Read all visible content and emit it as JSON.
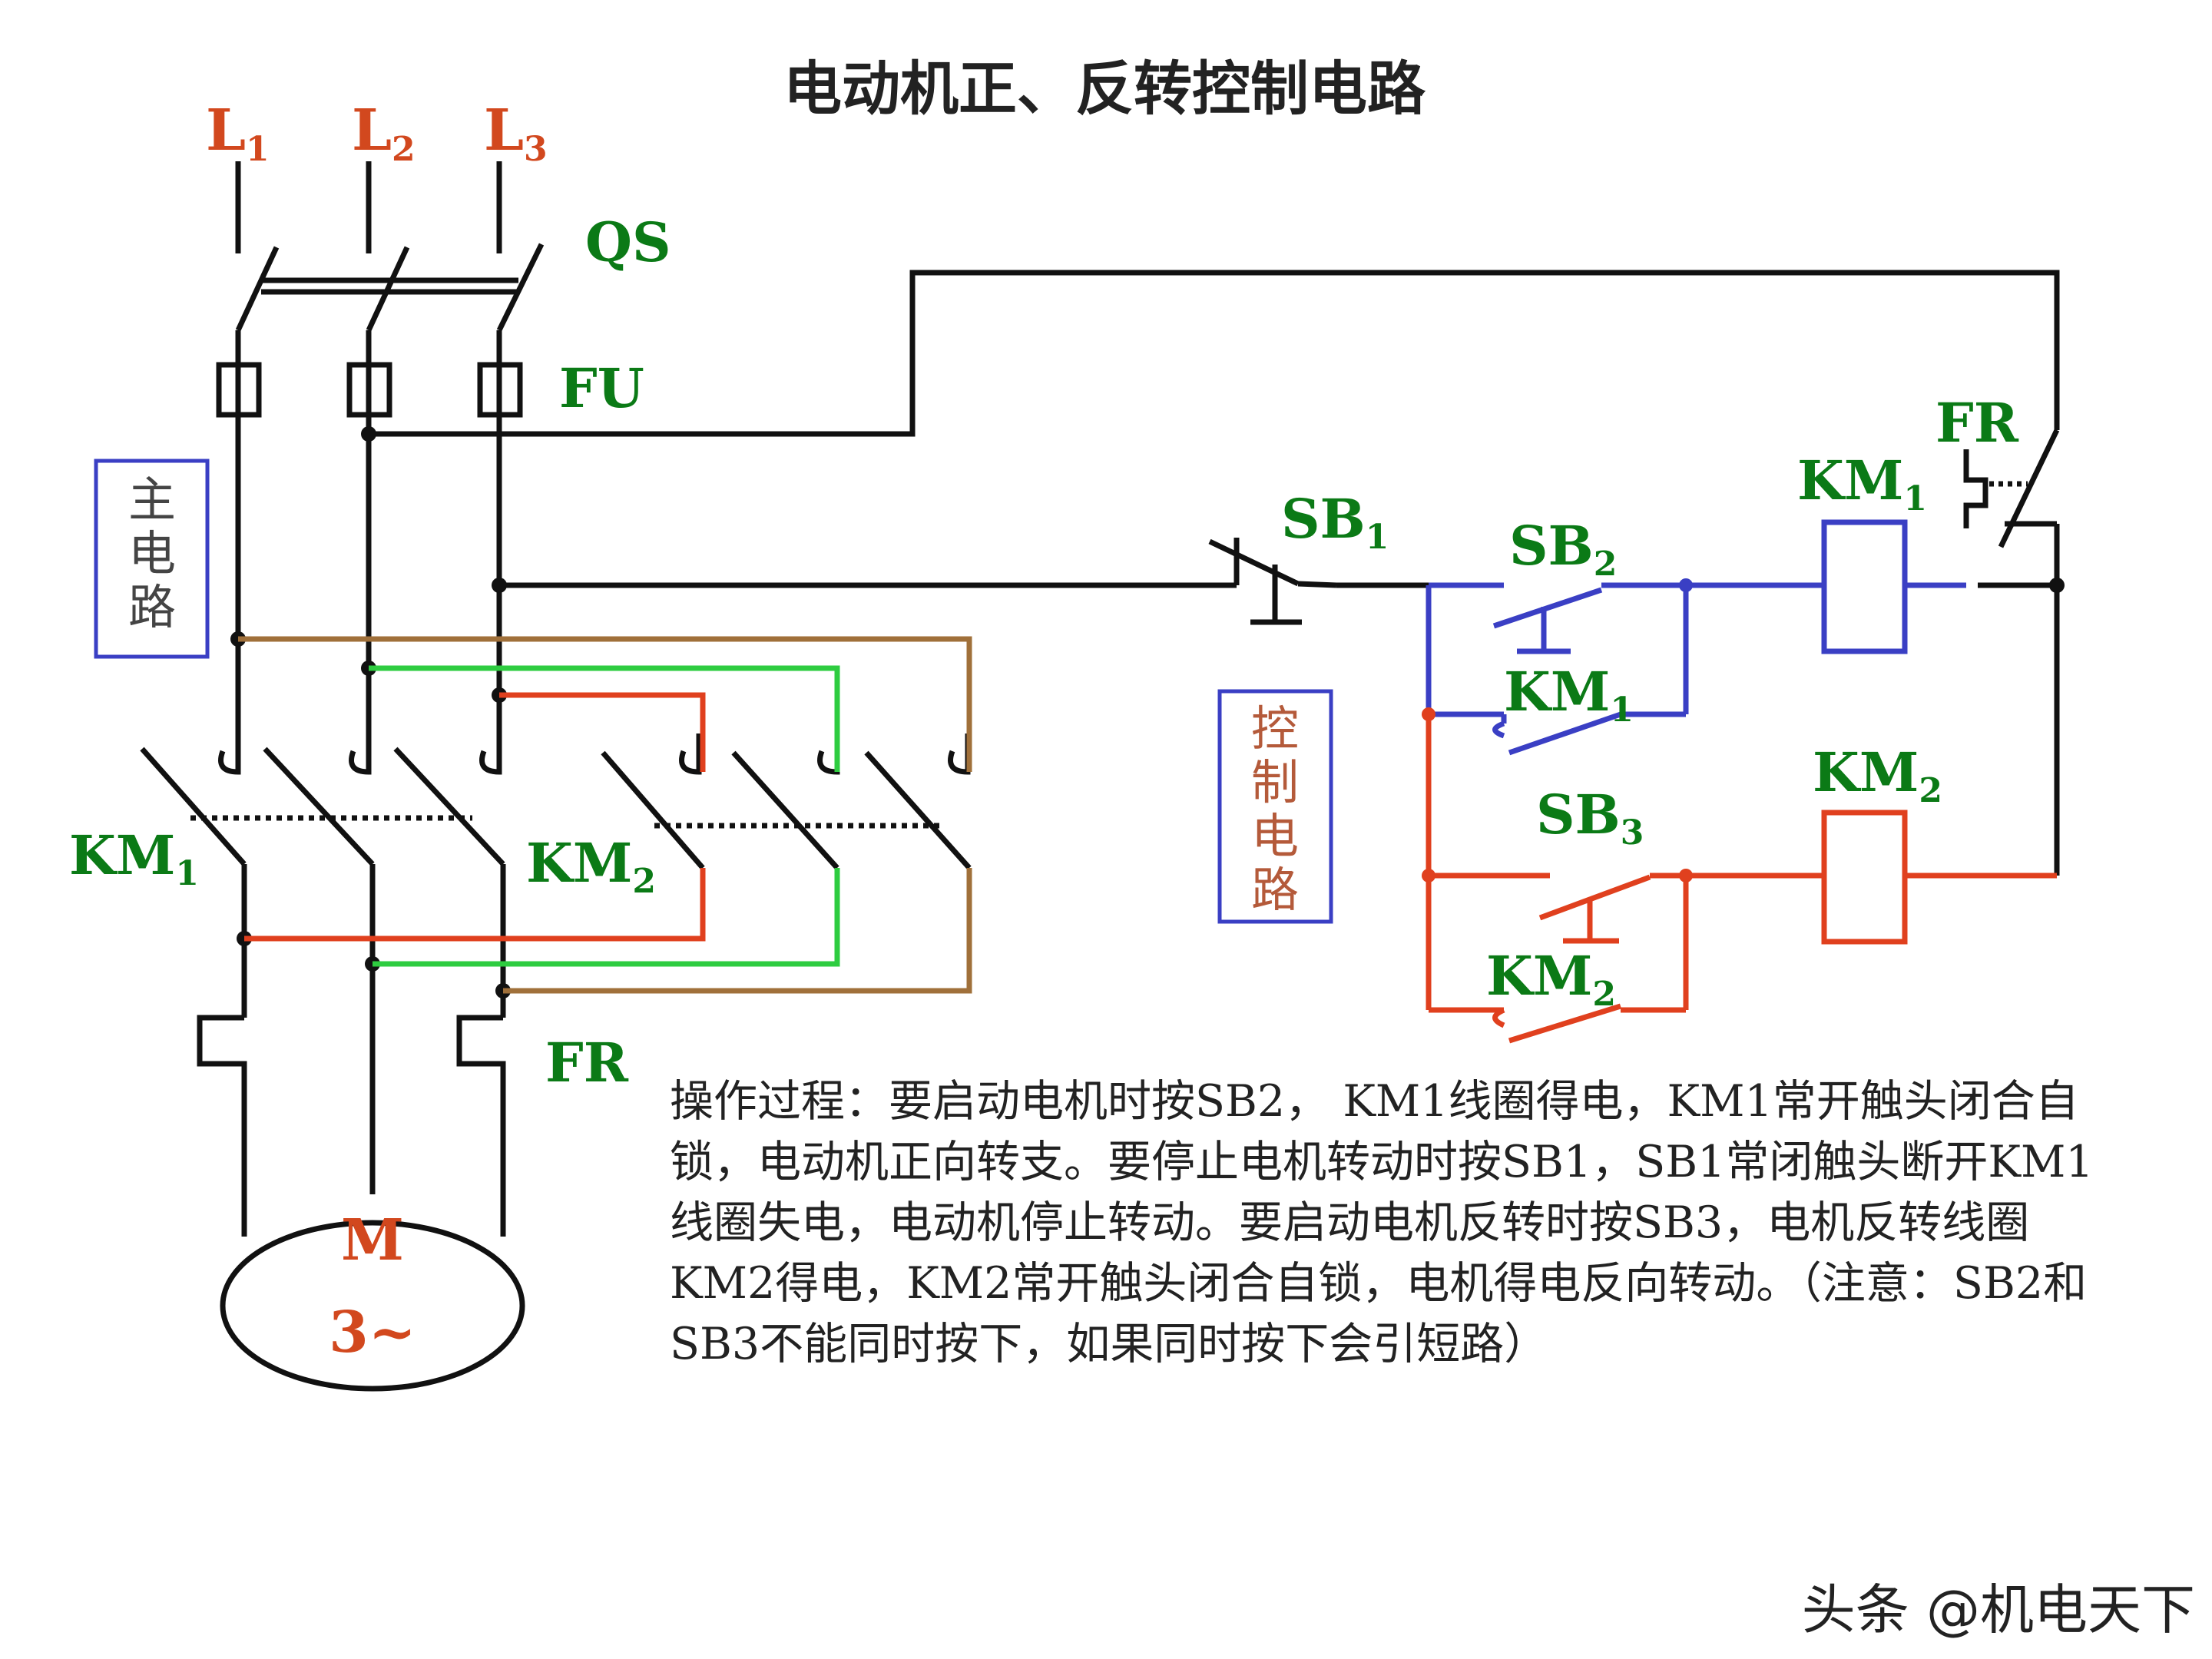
{
  "title": "电动机正、反转控制电路",
  "main_circuit": {
    "box_label": [
      "主",
      "电",
      "路"
    ],
    "lines": [
      {
        "label": "L",
        "sub": "1"
      },
      {
        "label": "L",
        "sub": "2"
      },
      {
        "label": "L",
        "sub": "3"
      }
    ],
    "qs": "QS",
    "fu": "FU",
    "km1": {
      "label": "KM",
      "sub": "1"
    },
    "km2": {
      "label": "KM",
      "sub": "2"
    },
    "fr": "FR",
    "motor": {
      "line1": "M",
      "line2": "3~"
    }
  },
  "control_circuit": {
    "box_label": [
      "控",
      "制",
      "电",
      "路"
    ],
    "sb1": {
      "label": "SB",
      "sub": "1"
    },
    "sb2": {
      "label": "SB",
      "sub": "2"
    },
    "sb3": {
      "label": "SB",
      "sub": "3"
    },
    "km1_contact": {
      "label": "KM",
      "sub": "1"
    },
    "km2_contact": {
      "label": "KM",
      "sub": "2"
    },
    "km1_coil": {
      "label": "KM",
      "sub": "1"
    },
    "km2_coil": {
      "label": "KM",
      "sub": "2"
    },
    "fr": "FR"
  },
  "colors": {
    "black": "#111111",
    "blue": "#3a3fc4",
    "red": "#e0401e",
    "green": "#2ecc40",
    "brown": "#a0703a",
    "label_green": "#0b7a16",
    "label_red": "#d2481e"
  },
  "description": "操作过程：要启动电机时按SB2， KM1线圈得电，KM1常开触头闭合自锁，电动机正向转支。要停止电机转动时按SB1，SB1常闭触头断开KM1线圈失电，电动机停止转动。要启动电机反转时按SB3，电机反转线圈KM2得电，KM2常开触头闭合自锁，电机得电反向转动。（注意：SB2和SB3不能同时按下，如果同时按下会引短路）",
  "watermark": "头条 @机电天下"
}
